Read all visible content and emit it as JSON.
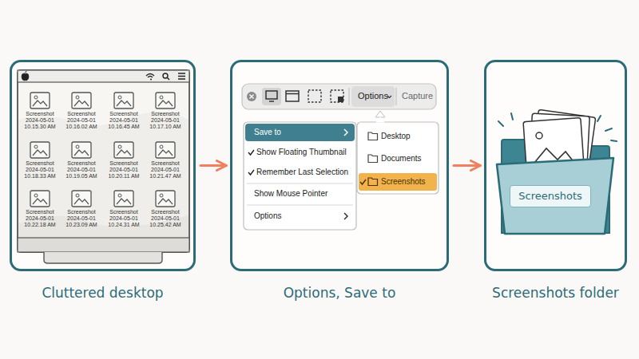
{
  "diagram": {
    "nodes": [
      {
        "text": [
          "Cluttered desktop"
        ]
      },
      {
        "text": [
          "Options, Save to"
        ]
      },
      {
        "text": [
          "Options",
          "Capture"
        ],
        "in": 1
      },
      {
        "text": [
          "Save to",
          "Show Floating Thumbnail",
          "Remember Last Selection",
          "Show Mouse Pointer",
          "Options"
        ],
        "in": 1
      },
      {
        "text": [
          "Desktop",
          "Documents",
          "Screenshots"
        ],
        "in": 1
      },
      {
        "text": [
          "Screenshots folder"
        ]
      },
      {
        "text": [
          "Screenshots"
        ],
        "in": 5
      }
    ],
    "edges": [
      {
        "from": 0,
        "to": 1,
        "arrow": "to"
      },
      {
        "from": 1,
        "to": 5,
        "arrow": "to"
      }
    ],
    "labels": [
      "Screenshot 2024-05-01 10.15.30 AM",
      "Screenshot 2024-05-01 10.16.02 AM",
      "Screenshot 2024-05-01 10.16.45 AM",
      "Screenshot 2024-05-01 10.17.10 AM",
      "Screenshot 2024-05-01 10.18.33 AM",
      "Screenshot 2024-05-01 10.19.05 AM",
      "Screenshot 2024-05-01 10.20.11 AM",
      "Screenshot 2024-05-01 10.21.47 AM",
      "Screenshot 2024-05-01 10.22.18 AM",
      "Screenshot 2024-05-01 10.23.09 AM",
      "Screenshot 2024-05-01 10.24.31 AM",
      "Screenshot 2024-05-01 10.25.42 AM"
    ]
  }
}
